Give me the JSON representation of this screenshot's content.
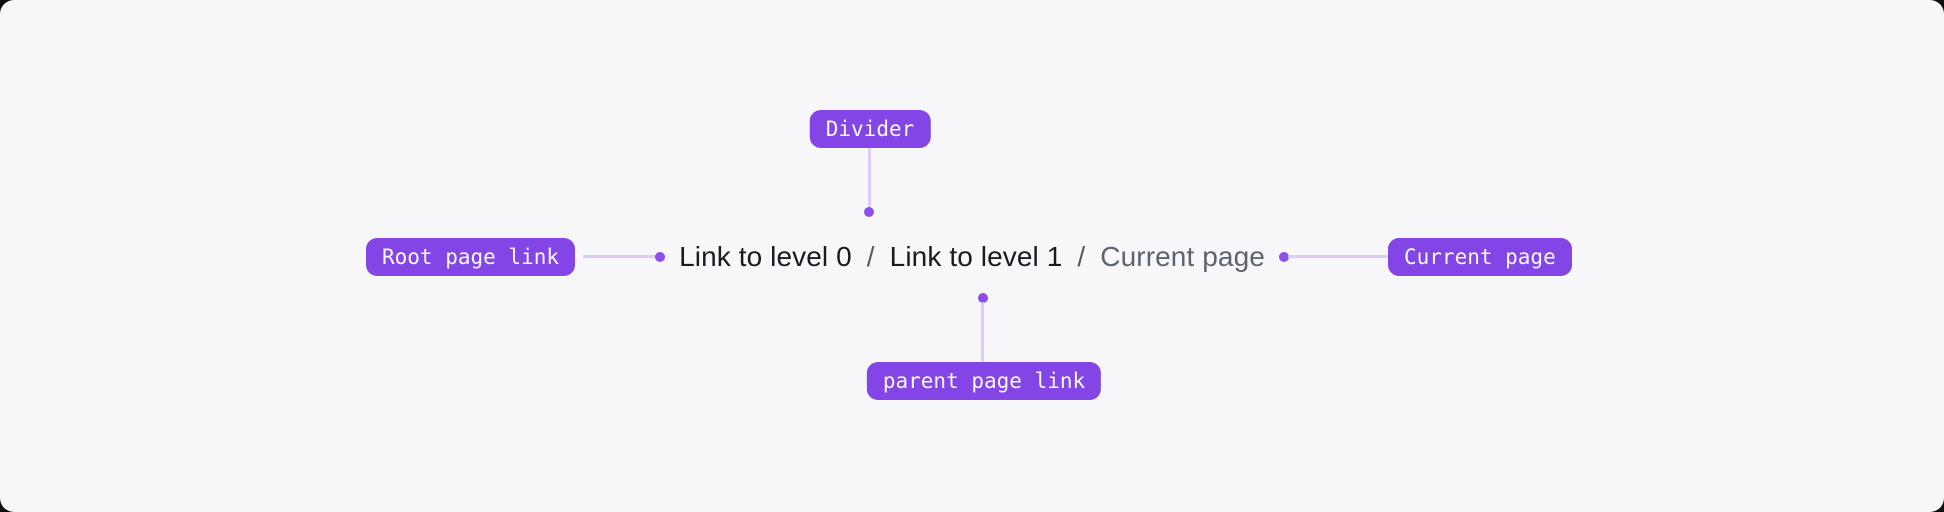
{
  "colors": {
    "page_background": "#0d0f0d",
    "panel_background": "#f7f7f9",
    "badge_background": "#8345e5",
    "badge_text": "#faf8ff",
    "connector_line": "#dccbf7",
    "connector_dot": "#8b50ea",
    "link_text": "#191b22",
    "divider_text": "#555b66",
    "current_page_text": "#5d6370"
  },
  "breadcrumb": {
    "divider_char": "/",
    "items": [
      {
        "label": "Link to level 0",
        "role": "link"
      },
      {
        "label": "Link to level 1",
        "role": "link"
      },
      {
        "label": "Current page",
        "role": "current"
      }
    ]
  },
  "annotations": {
    "divider": "Divider",
    "root": "Root page link",
    "current": "Current page",
    "parent": "parent page link"
  }
}
